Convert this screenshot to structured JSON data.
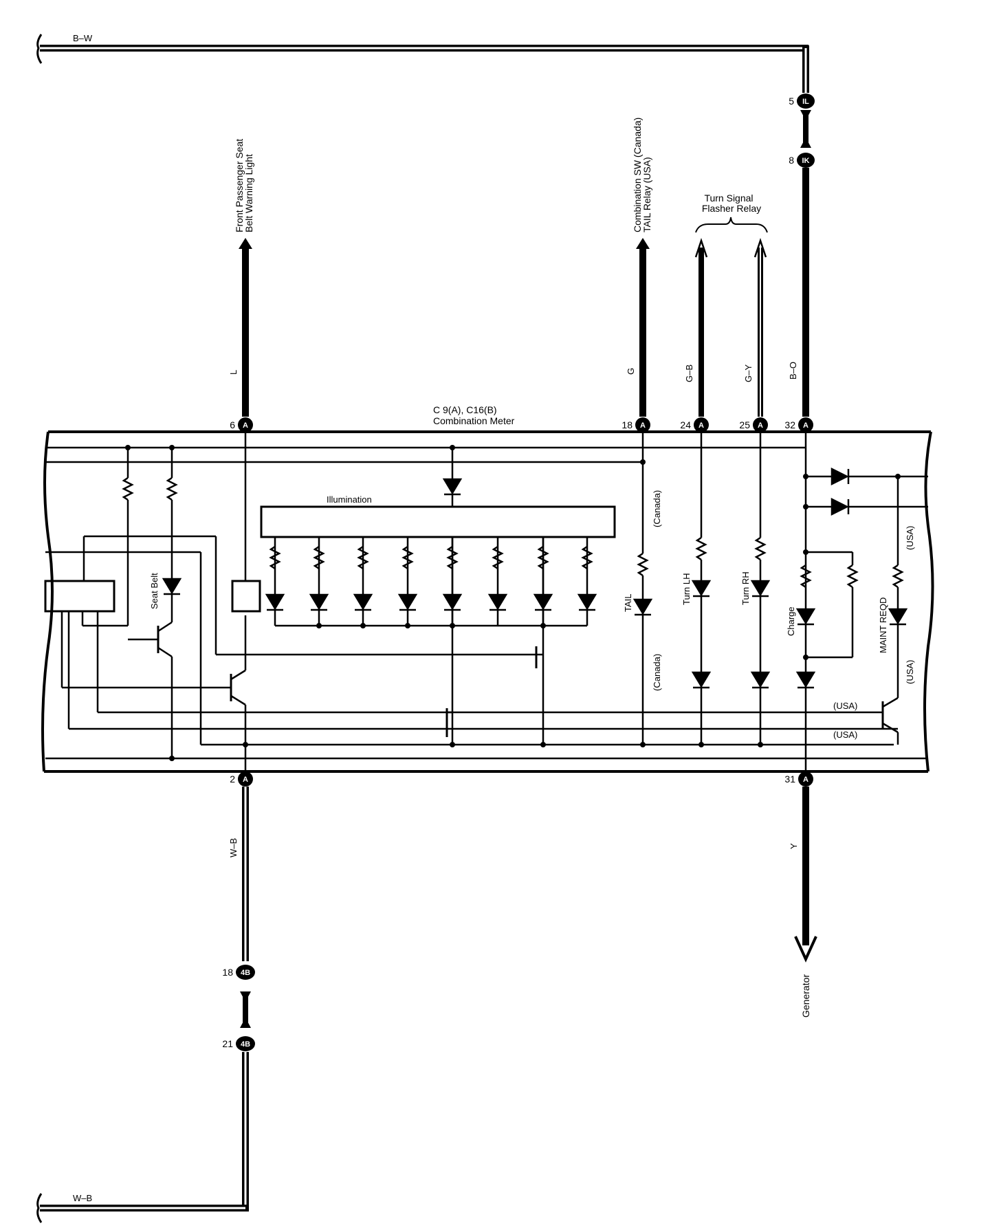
{
  "wires": {
    "top_left": "B–W",
    "bottom_left": "W–B",
    "pin6": "L",
    "pin18": "G",
    "pin24": "G–B",
    "pin25": "G–Y",
    "pin32": "B–O",
    "pin2": "W–B",
    "pin31": "Y"
  },
  "destinations": {
    "seatbelt_line1": "Front Passenger Seat",
    "seatbelt_line2": "Belt Warning Light",
    "combo_line1": "Combination SW (Canada)",
    "combo_line2": "TAIL Relay (USA)",
    "turn_relay_line1": "Turn Signal",
    "turn_relay_line2": "Flasher Relay",
    "generator": "Generator"
  },
  "meter": {
    "title_line1": "C 9(A), C16(B)",
    "title_line2": "Combination Meter",
    "illumination": "Illumination"
  },
  "indicators": {
    "seat_belt": "Seat Belt",
    "tail": "TAIL",
    "turn_lh": "Turn LH",
    "turn_rh": "Turn RH",
    "charge": "Charge",
    "maint": "MAINT REQD"
  },
  "notes": {
    "canada": "(Canada)",
    "usa": "(USA)"
  },
  "connectors": [
    {
      "id": "c-il",
      "pin": "5",
      "code": "IL"
    },
    {
      "id": "c-ik",
      "pin": "8",
      "code": "IK"
    },
    {
      "id": "c-p6",
      "pin": "6",
      "code": "A"
    },
    {
      "id": "c-p18",
      "pin": "18",
      "code": "A"
    },
    {
      "id": "c-p24",
      "pin": "24",
      "code": "A"
    },
    {
      "id": "c-p25",
      "pin": "25",
      "code": "A"
    },
    {
      "id": "c-p32",
      "pin": "32",
      "code": "A"
    },
    {
      "id": "c-p2",
      "pin": "2",
      "code": "A"
    },
    {
      "id": "c-p31",
      "pin": "31",
      "code": "A"
    },
    {
      "id": "c-4b1",
      "pin": "18",
      "code": "4B"
    },
    {
      "id": "c-4b2",
      "pin": "21",
      "code": "4B"
    }
  ]
}
